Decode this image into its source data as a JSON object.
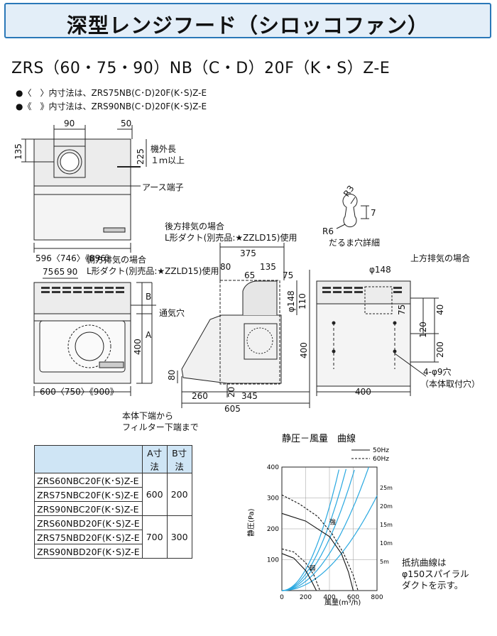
{
  "title": "深型レンジフード（シロッコファン）",
  "model": "ZRS（60・75・90）NB（C・D）20F（K・S）Z-E",
  "notes": [
    "●〈　〉内寸法は、ZRS75NB(C･D)20F(K･S)Z-E",
    "●《　》内寸法は、ZRS90NB(C･D)20F(K･S)Z-E"
  ],
  "front_view": {
    "dims": {
      "d90": "90",
      "d50": "50",
      "d135": "135",
      "d225": "225",
      "width": "596〈746〉《896》"
    },
    "labels": {
      "cable": "機外長",
      "cable2": "１ｍ以上",
      "earth": "アース端子"
    }
  },
  "hole_detail": {
    "r3": "R3",
    "r6": "R6",
    "seven": "7",
    "label": "だるま穴詳細"
  },
  "back_exhaust": {
    "label1": "後方排気の場合",
    "label2": "L形ダクト(別売品:★ZZLD15)使用"
  },
  "side_exhaust": {
    "label1": "側方排気の場合",
    "label2": "L形ダクト(別売品:★ZZLD15)使用"
  },
  "lower_front": {
    "dims": {
      "d75": "75",
      "d65": "65",
      "d90": "90",
      "B": "B",
      "A": "A",
      "d400": "400",
      "width": "600〈750〉《900》"
    },
    "labels": {
      "vent": "通気穴"
    }
  },
  "side_view": {
    "dims": {
      "d375": "375",
      "d80": "80",
      "d135": "135",
      "d65": "65",
      "d75": "75",
      "phi148": "φ148",
      "d110": "110",
      "d400": "400",
      "d80b": "80",
      "d20": "20",
      "d260": "260",
      "d345": "345",
      "d605": "605"
    },
    "labels": {
      "filter1": "本体下端から",
      "filter2": "フィルター下端まで"
    }
  },
  "top_view": {
    "dims": {
      "phi148": "φ148",
      "d75": "75",
      "d40": "40",
      "d120": "120",
      "d200": "200",
      "holes": "4-φ9穴",
      "holes_note": "（本体取付穴）",
      "d400": "400"
    },
    "labels": {
      "top_exhaust": "上方排気の場合"
    }
  },
  "spec_table": {
    "headers": [
      "",
      "A寸法",
      "B寸法"
    ],
    "groups": [
      {
        "models": [
          "ZRS60NBC20F(K･S)Z-E",
          "ZRS75NBC20F(K･S)Z-E",
          "ZRS90NBC20F(K･S)Z-E"
        ],
        "A": "600",
        "B": "200"
      },
      {
        "models": [
          "ZRS60NBD20F(K･S)Z-E",
          "ZRS75NBD20F(K･S)Z-E",
          "ZRS90NBD20F(K･S)Z-E"
        ],
        "A": "700",
        "B": "300"
      }
    ]
  },
  "chart_data": {
    "type": "line",
    "title": "静圧－風量　曲線",
    "xlabel": "風量(m³/h)",
    "ylabel": "静圧(Pa)",
    "xlim": [
      0,
      800
    ],
    "ylim": [
      0,
      400
    ],
    "xticks": [
      0,
      200,
      400,
      600,
      800
    ],
    "yticks": [
      100,
      200,
      300,
      400
    ],
    "legend": [
      {
        "name": "50Hz",
        "style": "solid"
      },
      {
        "name": "60Hz",
        "style": "dashed"
      }
    ],
    "series": [
      {
        "name": "強 50Hz",
        "style": "solid",
        "x": [
          0,
          200,
          400,
          500,
          560,
          600
        ],
        "y": [
          250,
          225,
          175,
          120,
          60,
          0
        ]
      },
      {
        "name": "強 60Hz",
        "style": "dashed",
        "x": [
          0,
          150,
          300,
          420,
          520,
          600,
          640
        ],
        "y": [
          310,
          280,
          240,
          185,
          120,
          50,
          0
        ]
      },
      {
        "name": "弱 50Hz",
        "style": "solid",
        "x": [
          0,
          100,
          200,
          250,
          290
        ],
        "y": [
          120,
          105,
          65,
          30,
          0
        ]
      },
      {
        "name": "弱 60Hz",
        "style": "dashed",
        "x": [
          0,
          100,
          200,
          270,
          320
        ],
        "y": [
          135,
          125,
          90,
          50,
          0
        ]
      }
    ],
    "speed_labels": [
      {
        "text": "強",
        "x": 400,
        "y": 215
      },
      {
        "text": "弱",
        "x": 230,
        "y": 65
      }
    ],
    "resistance_curves": [
      {
        "name": "5m",
        "k": 0.00048
      },
      {
        "name": "10m",
        "k": 0.00075
      },
      {
        "name": "15m",
        "k": 0.00105
      },
      {
        "name": "20m",
        "k": 0.00135
      },
      {
        "name": "25m",
        "k": 0.0017
      }
    ],
    "resistance_color": "#29a8e0",
    "annotation": [
      "抵抗曲線は",
      "φ150スパイラル",
      "ダクトを示す。"
    ]
  }
}
